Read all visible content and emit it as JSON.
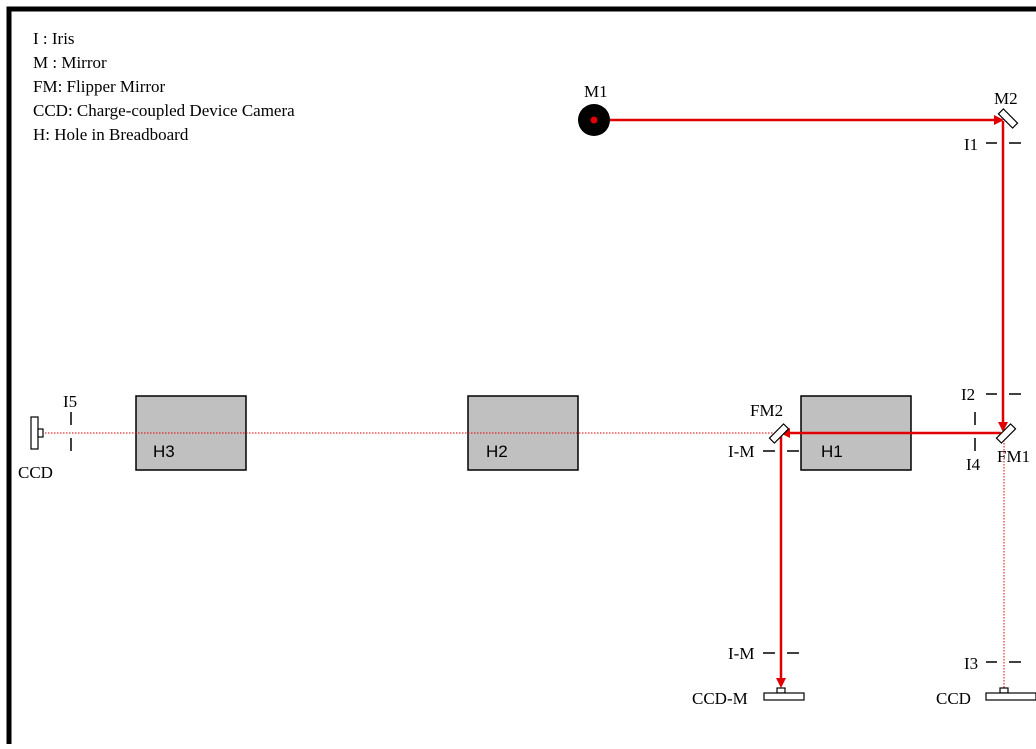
{
  "legend": [
    "I : Iris",
    "M : Mirror",
    "FM: Flipper Mirror",
    "CCD: Charge-coupled Device Camera",
    "H: Hole in Breadboard"
  ],
  "holes": [
    "H3",
    "H2",
    "H1"
  ],
  "labels": {
    "m1": "M1",
    "m2": "M2",
    "i1": "I1",
    "i2": "I2",
    "i3": "I3",
    "i4": "I4",
    "i5": "I5",
    "fm1": "FM1",
    "fm2": "FM2",
    "im_upper": "I-M",
    "im_lower": "I-M",
    "ccd_left": "CCD",
    "ccd_right": "CCD",
    "ccd_m": "CCD-M"
  },
  "colors": {
    "beam": "#e00000",
    "hole_fill": "#c0c0c0",
    "border": "#000000"
  }
}
